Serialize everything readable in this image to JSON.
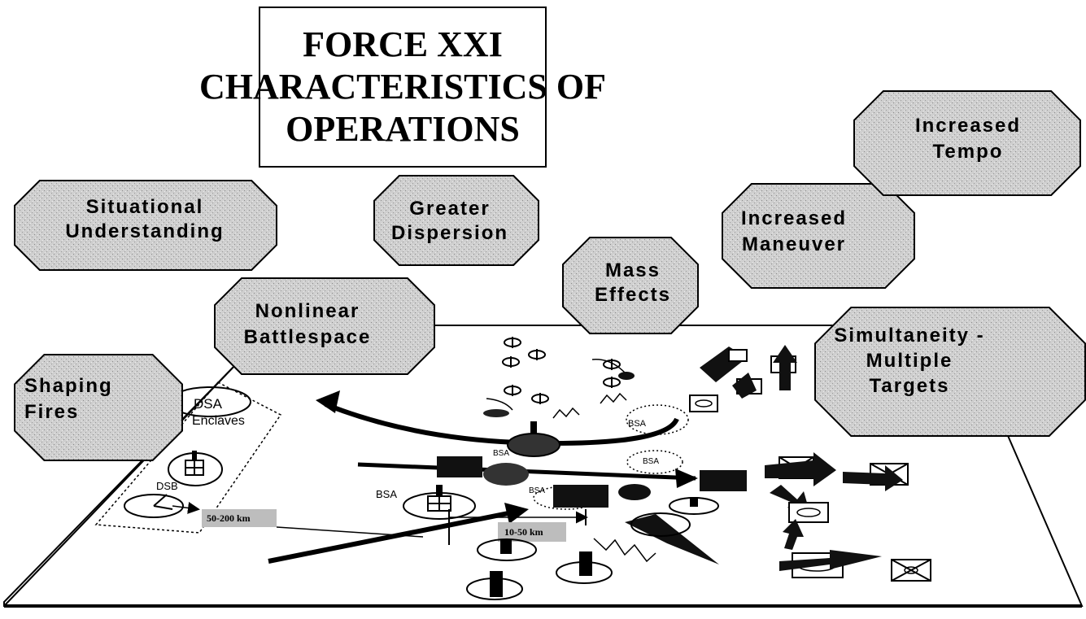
{
  "title": {
    "line1": "FORCE XXI",
    "line2": "CHARACTERISTICS OF",
    "line3": "OPERATIONS"
  },
  "characteristics": [
    {
      "id": "situational-understanding",
      "lines": [
        "Situational",
        "Understanding"
      ]
    },
    {
      "id": "greater-dispersion",
      "lines": [
        "Greater",
        "Dispersion"
      ]
    },
    {
      "id": "mass-effects",
      "lines": [
        "Mass",
        "Effects"
      ]
    },
    {
      "id": "increased-maneuver",
      "lines": [
        "Increased",
        "Maneuver"
      ]
    },
    {
      "id": "increased-tempo",
      "lines": [
        "Increased",
        "Tempo"
      ]
    },
    {
      "id": "nonlinear-battlespace",
      "lines": [
        "Nonlinear",
        "Battlespace"
      ]
    },
    {
      "id": "simultaneity-multiple-targets",
      "lines": [
        "Simultaneity -",
        "Multiple",
        "Targets"
      ]
    },
    {
      "id": "shaping-fires",
      "lines": [
        "Shaping",
        "Fires"
      ]
    }
  ],
  "map_labels": {
    "dsa": "DSA",
    "enclaves": "Enclaves",
    "dsb": "DSB",
    "bsa": "BSA",
    "distance_rear": "50-200 km",
    "distance_forward": "10-50 km"
  },
  "colors": {
    "badge_fill": "#c9c9c9",
    "ink": "#000000",
    "distance_tag": "#bdbdbd"
  }
}
